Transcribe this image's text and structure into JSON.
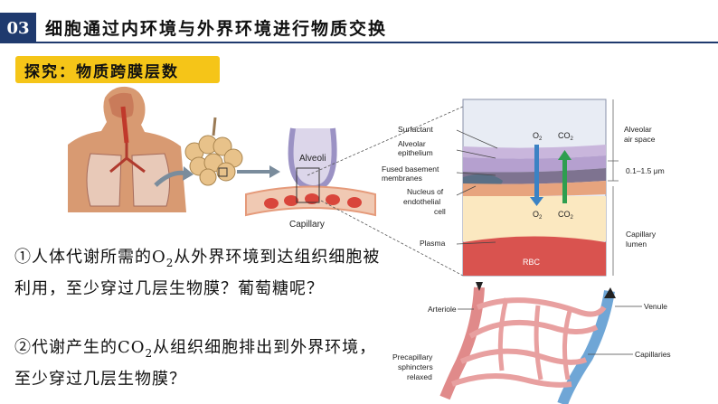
{
  "header": {
    "section_number": "03",
    "title": "细胞通过内环境与外界环境进行物质交换"
  },
  "topic_tag": "探究：物质跨膜层数",
  "questions": {
    "q1": {
      "marker": "①",
      "before": "人体代谢所需的O",
      "sub": "2",
      "after": "从外界环境到达组织细胞被利用，至少穿过几层生物膜？葡萄糖呢？"
    },
    "q2": {
      "marker": "②",
      "before": "代谢产生的CO",
      "sub": "2",
      "after": "从组织细胞排出到外界环境，至少穿过几层生物膜？"
    }
  },
  "alveoli_figure": {
    "alveoli_label": "Alveoli",
    "capillary_label": "Capillary"
  },
  "membrane_figure": {
    "left_labels": {
      "surfactant": "Surfactant",
      "alveolar_epithelium": "Alveolar epithelium",
      "fused_basement": "Fused basement membranes",
      "nucleus": "Nucleus of endothelial cell",
      "plasma": "Plasma"
    },
    "right_labels": {
      "air_space": "Alveolar air space",
      "thickness": "0.1–1.5 μm",
      "lumen": "Capillary lumen"
    },
    "gases": {
      "o2": "O",
      "co2": "CO",
      "sub": "2"
    },
    "rbc": "RBC",
    "colors": {
      "o2_arrow": "#3b82c4",
      "co2_arrow": "#2e9e4f"
    }
  },
  "capillary_bed": {
    "arteriole": "Arteriole",
    "venule": "Venule",
    "precapillary": "Precapillary sphincters relaxed",
    "capillaries": "Capillaries"
  }
}
